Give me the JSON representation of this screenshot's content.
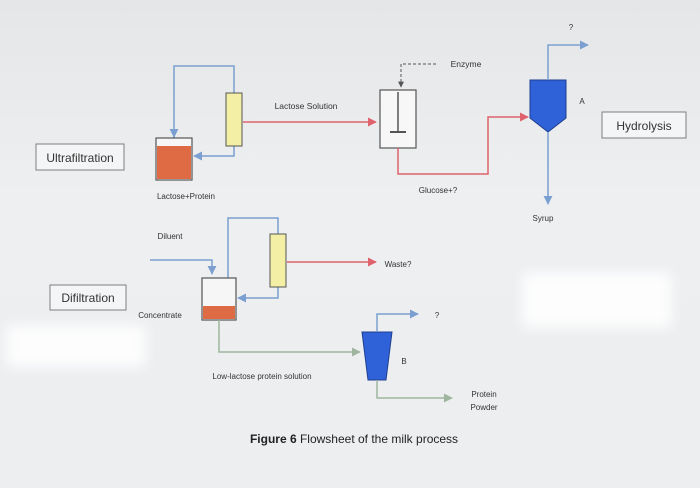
{
  "labels": {
    "ultrafiltration": "Ultrafiltration",
    "hydrolysis": "Hydrolysis",
    "difiltration": "Difiltration",
    "lactose_solution": "Lactose Solution",
    "enzyme": "Enzyme",
    "lactose_protein": "Lactose+Protein",
    "glucose": "Glucose+?",
    "syrup": "Syrup",
    "diluent": "Diluent",
    "waste": "Waste?",
    "concentrate": "Concentrate",
    "low_lactose": "Low-lactose protein solution",
    "protein": "Protein",
    "powder": "Powder",
    "point_a": "A",
    "point_b": "B",
    "q_top": "?",
    "q_mid": "?",
    "caption_bold": "Figure 6",
    "caption_rest": " Flowsheet of the milk process"
  },
  "colors": {
    "pipe_blue": "#7b9fd0",
    "pipe_red": "#e0626c",
    "pipe_green": "#9fb59f",
    "tank_orange": "#df6b45",
    "membrane_yellow": "#f3efa4",
    "separator_blue": "#2f62d8",
    "label_box_border": "#7e7e7e"
  }
}
